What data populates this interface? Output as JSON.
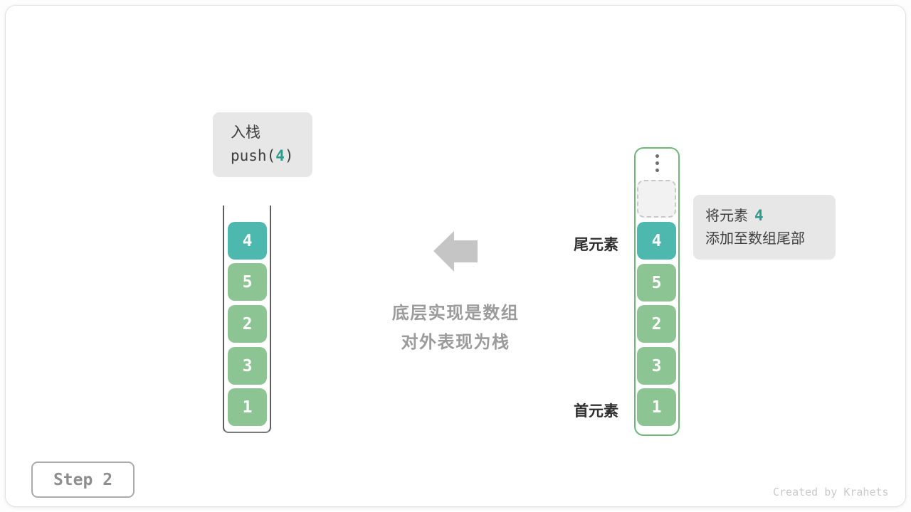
{
  "push_box": {
    "title": "入栈",
    "call_prefix": "push(",
    "call_arg": "4",
    "call_suffix": ")"
  },
  "left_stack": {
    "values": [
      "4",
      "5",
      "2",
      "3",
      "1"
    ]
  },
  "right_stack": {
    "values": [
      "4",
      "5",
      "2",
      "3",
      "1"
    ]
  },
  "labels": {
    "tail": "尾元素",
    "head": "首元素"
  },
  "center_note": {
    "line1": "底层实现是数组",
    "line2": "对外表现为栈"
  },
  "note_box": {
    "line1_prefix": "将元素",
    "line1_arg": "4",
    "line2": "添加至数组尾部"
  },
  "step_box": {
    "label": "Step 2"
  },
  "credit": "Created by Krahets",
  "colors": {
    "teal_cell": "#4db8ad",
    "teal_text": "#2f9c8d",
    "green_cell": "#8cc593",
    "array_border": "#6fb87a",
    "box_bg": "#e7e7e7",
    "gray_caption": "#9b9b9b",
    "arrow": "#c5c5c5"
  }
}
